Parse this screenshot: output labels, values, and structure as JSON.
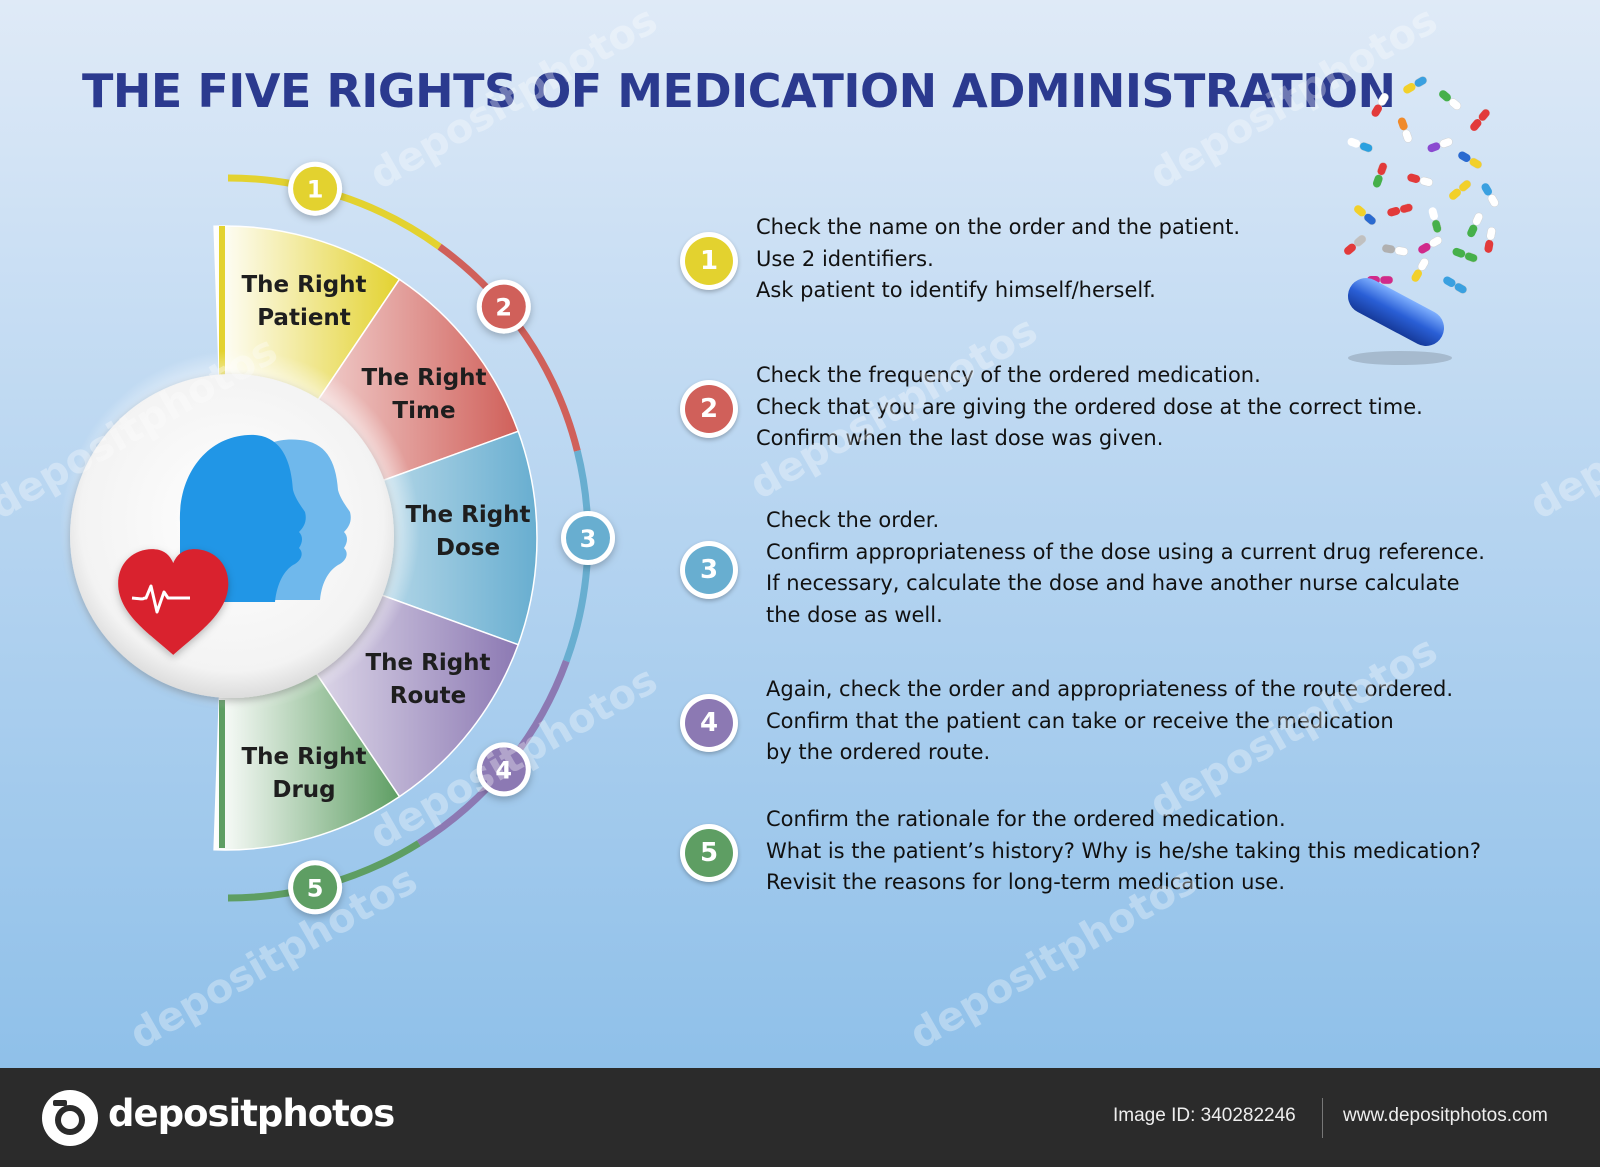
{
  "title": "THE FIVE RIGHTS OF MEDICATION ADMINISTRATION",
  "colors": {
    "title": "#2b3a8f",
    "patient": "#e3d22f",
    "time": "#d0605a",
    "dose": "#68aed0",
    "route": "#8c79b3",
    "drug": "#5e9e63",
    "head": "#2196e6",
    "heart": "#d9232e"
  },
  "rights": [
    {
      "number": "1",
      "label": [
        "The Right",
        "Patient"
      ],
      "color": "#e3d22f",
      "text": [
        "Check the name on the order and the patient.",
        "Use 2 identifiers.",
        "Ask patient to identify himself/herself."
      ]
    },
    {
      "number": "2",
      "label": [
        "The Right",
        "Time"
      ],
      "color": "#d0605a",
      "text": [
        "Check the frequency of the ordered medication.",
        "Check that you are giving the ordered dose at the correct time.",
        "Confirm when the last dose was given."
      ]
    },
    {
      "number": "3",
      "label": [
        "The Right",
        "Dose"
      ],
      "color": "#68aed0",
      "text": [
        "Check the order.",
        "Confirm appropriateness of the dose using a current drug reference.",
        "If necessary, calculate the dose and have another nurse calculate",
        "the dose as well."
      ]
    },
    {
      "number": "4",
      "label": [
        "The Right",
        "Route"
      ],
      "color": "#8c79b3",
      "text": [
        "Again, check the order and appropriateness of the route ordered.",
        "Confirm that the patient can take or receive the medication",
        "by the ordered route."
      ]
    },
    {
      "number": "5",
      "label": [
        "The Right",
        "Drug"
      ],
      "color": "#5e9e63",
      "text": [
        "Confirm the rationale for the ordered medication.",
        "What is the patient’s history? Why is he/she taking this medication?",
        "Revisit the reasons for long-term medication use."
      ]
    }
  ],
  "watermark": "depositphotos",
  "footer": {
    "brand": "depositphotos",
    "image_id": "Image ID: 340282246",
    "url": "www.depositphotos.com"
  }
}
